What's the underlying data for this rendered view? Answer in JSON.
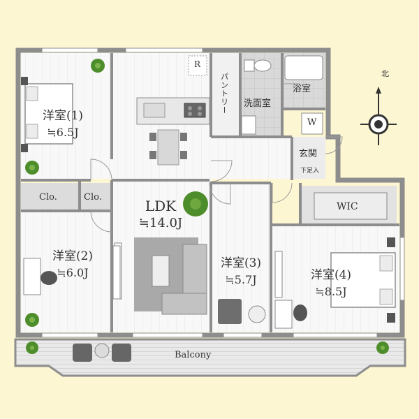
{
  "rooms": {
    "bed1": {
      "name": "洋室(1)",
      "area": "≒6.5J"
    },
    "bed2": {
      "name": "洋室(2)",
      "area": "≒6.0J"
    },
    "bed3": {
      "name": "洋室(3)",
      "area": "≒5.7J"
    },
    "bed4": {
      "name": "洋室(4)",
      "area": "≒8.5J"
    },
    "ldk": {
      "name": "LDK",
      "area": "≒14.0J"
    }
  },
  "labels": {
    "clo1": "Clo.",
    "clo2": "Clo.",
    "wic": "WIC",
    "pantry": "パントリー",
    "washroom": "洗面室",
    "bath": "浴室",
    "washer": "W",
    "entrance": "玄関",
    "shoe_box": "下足入",
    "fridge": "R",
    "balcony": "Balcony"
  },
  "compass": {
    "north": "北"
  },
  "colors": {
    "background": "#fdf6d2",
    "wall": "#8d8d8d",
    "floor": "#f7f7f7",
    "tile": "#d7d7d7",
    "sofa": "#bfbfbf",
    "rug": "#aaaaaa",
    "plant": "#4e8d2b"
  }
}
